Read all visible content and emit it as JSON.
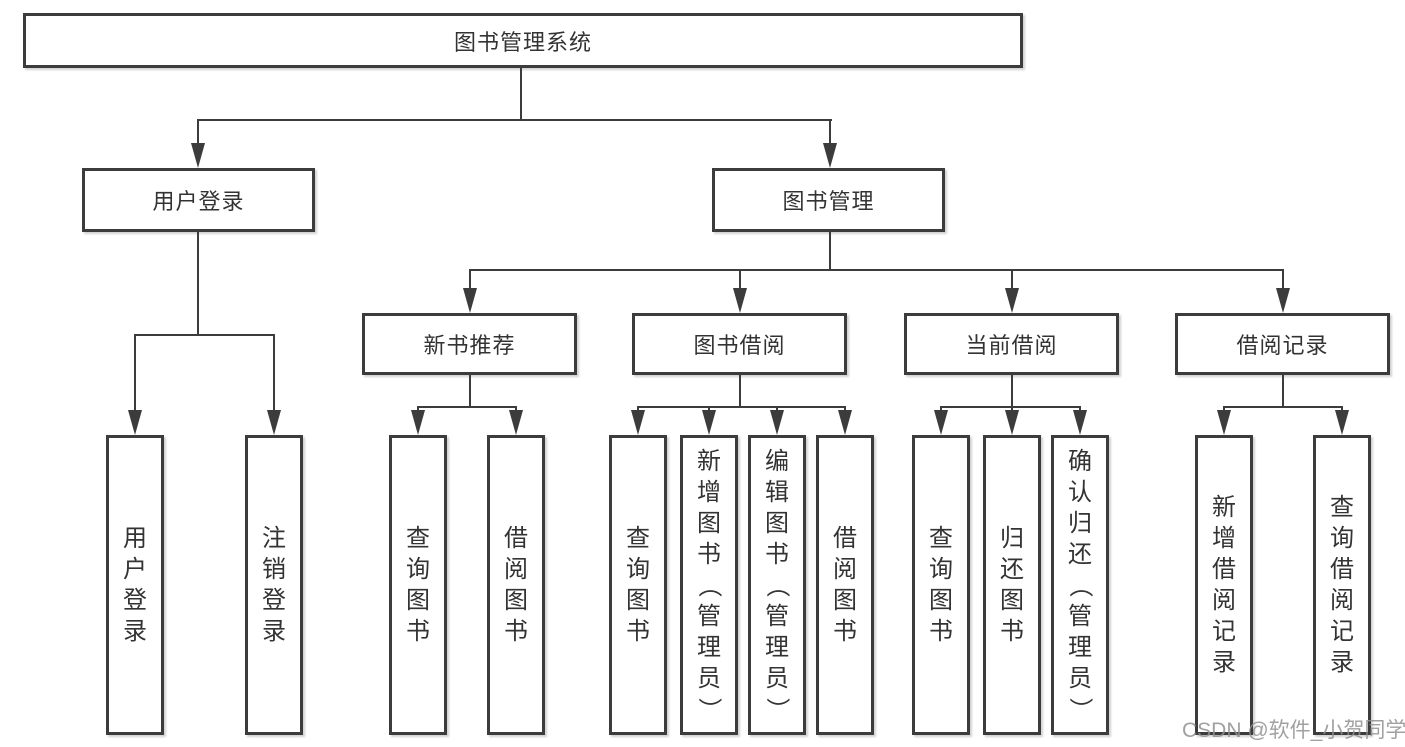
{
  "nodes": {
    "root": "图书管理系统",
    "level2": [
      "用户登录",
      "图书管理"
    ],
    "level3": [
      "新书推荐",
      "图书借阅",
      "当前借阅",
      "借阅记录"
    ],
    "leaves_user_login": [
      "用户登录",
      "注销登录"
    ],
    "leaves_new_books": [
      "查询图书",
      "借阅图书"
    ],
    "leaves_book_borrow": [
      "查询图书",
      "新增图书（管理员）",
      "编辑图书（管理员）",
      "借阅图书"
    ],
    "leaves_current_borrow": [
      "查询图书",
      "归还图书",
      "确认归还（管理员）"
    ],
    "leaves_borrow_records": [
      "新增借阅记录",
      "查询借阅记录"
    ]
  },
  "watermark": "CSDN @软件_小贺同学",
  "colors": {
    "line": "#3c3c3c",
    "text": "#333333",
    "watermark": "#919191"
  }
}
